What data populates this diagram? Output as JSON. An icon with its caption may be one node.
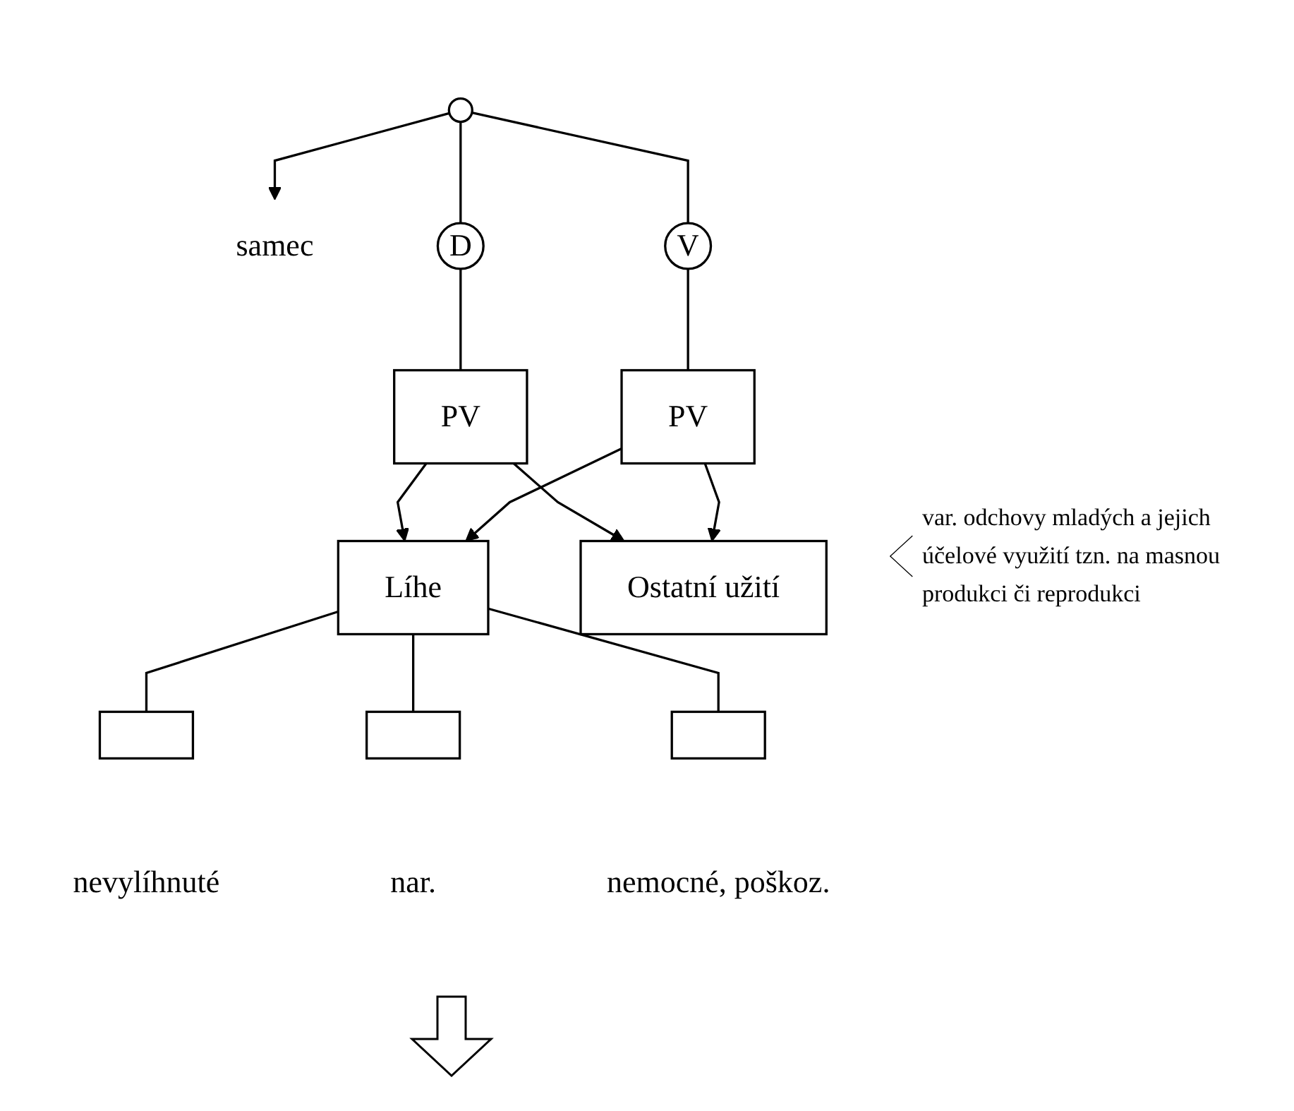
{
  "diagram": {
    "nodes": [
      {
        "text": [],
        "shape": "circle"
      },
      {
        "text": [
          "samec"
        ]
      },
      {
        "text": [
          "D"
        ]
      },
      {
        "text": [
          "V"
        ]
      },
      {
        "text": [
          "PV"
        ]
      },
      {
        "text": [
          "PV"
        ]
      },
      {
        "text": [
          "Líhe"
        ]
      },
      {
        "text": [
          "Ostatní užití"
        ]
      },
      {
        "text": [],
        "shape": "box",
        "beside": [
          "nevylíhnuté"
        ]
      },
      {
        "text": [],
        "shape": "box",
        "beside": [
          "nar."
        ]
      },
      {
        "text": [],
        "shape": "box",
        "beside": [
          "nemocné, poškoz."
        ]
      }
    ],
    "edges": [
      {
        "from": 0,
        "to": 1,
        "arrow": "to"
      },
      {
        "from": 0,
        "to": 2,
        "arrow": "none"
      },
      {
        "from": 0,
        "to": 3,
        "arrow": "none"
      },
      {
        "from": 2,
        "to": 4,
        "arrow": "none"
      },
      {
        "from": 3,
        "to": 5,
        "arrow": "none"
      },
      {
        "from": 4,
        "to": 6,
        "arrow": "to"
      },
      {
        "from": 4,
        "to": 7,
        "arrow": "to"
      },
      {
        "from": 5,
        "to": 6,
        "arrow": "to"
      },
      {
        "from": 5,
        "to": 7,
        "arrow": "to"
      },
      {
        "from": 6,
        "to": 8,
        "arrow": "none"
      },
      {
        "from": 6,
        "to": 9,
        "arrow": "none"
      },
      {
        "from": 6,
        "to": 10,
        "arrow": "none"
      }
    ],
    "labels": [
      "var. odchovy mladých a jejich účelové využití tzn. na masnou produkci či reprodukci"
    ]
  }
}
